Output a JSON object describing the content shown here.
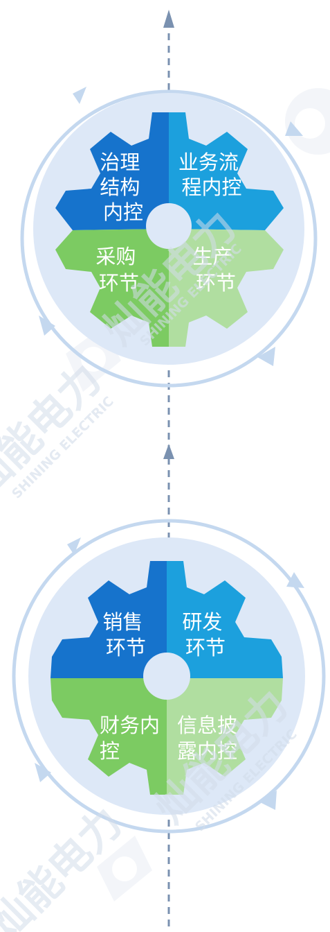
{
  "watermark": {
    "brand_cn": "灿能电力",
    "brand_en": "SHINING ELECTRIC"
  },
  "colors": {
    "q_top_left": "#1673cc",
    "q_top_right": "#1ca0dd",
    "q_bottom_left": "#7ccb62",
    "q_bottom_right": "#b0dea0",
    "ring": "#c4d8ef",
    "disc": "#dde8f7",
    "axis": "#7a91b0"
  },
  "gears": [
    {
      "id": "gear-1",
      "quadrants": {
        "top_left": [
          "治理",
          "结构",
          "内控"
        ],
        "top_right": [
          "业务流",
          "程内控"
        ],
        "bottom_left": [
          "采购",
          "环节"
        ],
        "bottom_right": [
          "生产",
          "环节"
        ]
      }
    },
    {
      "id": "gear-2",
      "quadrants": {
        "top_left": [
          "销售",
          "环节"
        ],
        "top_right": [
          "研发",
          "环节"
        ],
        "bottom_left": [
          "财务内",
          "控"
        ],
        "bottom_right": [
          "信息披",
          "露内控"
        ]
      }
    }
  ]
}
